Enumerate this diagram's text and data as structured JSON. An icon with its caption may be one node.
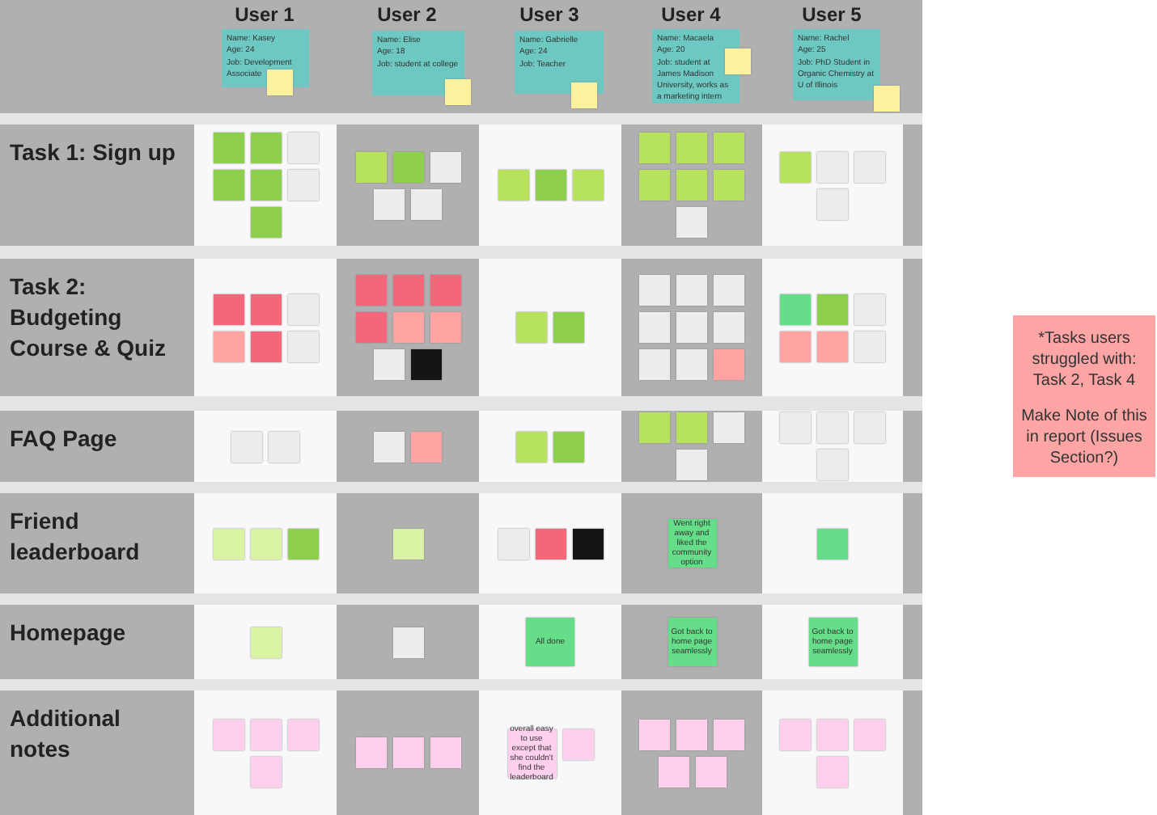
{
  "diagram": {
    "nodes": [
      {
        "text": [
          "Name: Kasey",
          "Age: 24",
          "Job: Development Associate"
        ]
      },
      {
        "text": [],
        "shape": "box"
      },
      {
        "text": [
          "Name: Elise",
          "Age: 18",
          "Job: student at college"
        ]
      },
      {
        "text": [],
        "shape": "box"
      },
      {
        "text": [
          "Name: Gabrielle",
          "Age: 24",
          "Job: Teacher"
        ]
      },
      {
        "text": [],
        "shape": "box"
      },
      {
        "text": [
          "Name: Macaela",
          "Age: 20",
          "Job: student at James Madison University, works as a marketing intern"
        ]
      },
      {
        "text": [],
        "shape": "box"
      },
      {
        "text": [
          "Name: Rachel",
          "Age: 25",
          "Job: PhD Student in Organic Chemistry at U of Illinois"
        ]
      },
      {
        "text": [],
        "shape": "box"
      },
      {
        "text": [
          "Task 1: Sign up"
        ]
      },
      {
        "text": [],
        "shape": "box"
      },
      {
        "text": [],
        "shape": "box",
        "in": 11
      },
      {
        "text": [],
        "shape": "box",
        "in": 11
      },
      {
        "text": [],
        "shape": "box",
        "in": 11
      },
      {
        "text": [],
        "shape": "box",
        "in": 11
      },
      {
        "text": [],
        "shape": "box",
        "in": 11
      },
      {
        "text": [],
        "shape": "box",
        "in": 11
      },
      {
        "text": [],
        "shape": "box",
        "in": 11
      },
      {
        "text": [],
        "shape": "box"
      },
      {
        "text": [],
        "shape": "box",
        "in": 19
      },
      {
        "text": [],
        "shape": "box",
        "in": 19
      },
      {
        "text": [],
        "shape": "box",
        "in": 19
      },
      {
        "text": [],
        "shape": "box",
        "in": 19
      },
      {
        "text": [],
        "shape": "box",
        "in": 19
      },
      {
        "text": [],
        "shape": "box"
      },
      {
        "text": [],
        "shape": "box",
        "in": 25
      },
      {
        "text": [],
        "shape": "box",
        "in": 25
      },
      {
        "text": [],
        "shape": "box",
        "in": 25
      },
      {
        "text": [],
        "shape": "box"
      },
      {
        "text": [],
        "shape": "box",
        "in": 29
      },
      {
        "text": [],
        "shape": "box",
        "in": 29
      },
      {
        "text": [],
        "shape": "box",
        "in": 29
      },
      {
        "text": [],
        "shape": "box",
        "in": 29
      },
      {
        "text": [],
        "shape": "box",
        "in": 29
      },
      {
        "text": [],
        "shape": "box",
        "in": 29
      },
      {
        "text": [],
        "shape": "box",
        "in": 29
      },
      {
        "text": [],
        "shape": "box"
      },
      {
        "text": [],
        "shape": "box",
        "in": 37
      },
      {
        "text": [],
        "shape": "box",
        "in": 37
      },
      {
        "text": [],
        "shape": "box",
        "in": 37
      },
      {
        "text": [],
        "shape": "box",
        "in": 37
      },
      {
        "text": [
          "Task 2: Budgeting Course & Quiz"
        ]
      },
      {
        "text": [],
        "shape": "box"
      },
      {
        "text": [],
        "shape": "box",
        "in": 43
      },
      {
        "text": [],
        "shape": "box",
        "in": 43
      },
      {
        "text": [],
        "shape": "box",
        "in": 43
      },
      {
        "text": [],
        "shape": "box",
        "in": 43
      },
      {
        "text": [],
        "shape": "box",
        "in": 43
      },
      {
        "text": [],
        "shape": "box",
        "in": 43
      },
      {
        "text": [],
        "shape": "box"
      },
      {
        "text": [],
        "shape": "box",
        "in": 50
      },
      {
        "text": [],
        "shape": "box",
        "in": 50
      },
      {
        "text": [],
        "shape": "box",
        "in": 50
      },
      {
        "text": [],
        "shape": "box",
        "in": 50
      },
      {
        "text": [],
        "shape": "box",
        "in": 50
      },
      {
        "text": [],
        "shape": "box",
        "in": 50
      },
      {
        "text": [],
        "shape": "box",
        "in": 50
      },
      {
        "text": [],
        "shape": "box",
        "in": 50
      },
      {
        "text": [],
        "shape": "box"
      },
      {
        "text": [],
        "shape": "box",
        "in": 59
      },
      {
        "text": [],
        "shape": "box",
        "in": 59
      },
      {
        "text": [],
        "shape": "box"
      },
      {
        "text": [],
        "shape": "box",
        "in": 62
      },
      {
        "text": [],
        "shape": "box",
        "in": 62
      },
      {
        "text": [],
        "shape": "box",
        "in": 62
      },
      {
        "text": [],
        "shape": "box",
        "in": 62
      },
      {
        "text": [],
        "shape": "box",
        "in": 62
      },
      {
        "text": [],
        "shape": "box",
        "in": 62
      },
      {
        "text": [],
        "shape": "box",
        "in": 62
      },
      {
        "text": [],
        "shape": "box",
        "in": 62
      },
      {
        "text": [],
        "shape": "box",
        "in": 62
      },
      {
        "text": [],
        "shape": "box"
      },
      {
        "text": [],
        "shape": "box",
        "in": 72
      },
      {
        "text": [],
        "shape": "box",
        "in": 72
      },
      {
        "text": [],
        "shape": "box",
        "in": 72
      },
      {
        "text": [],
        "shape": "box",
        "in": 72
      },
      {
        "text": [],
        "shape": "box",
        "in": 72
      },
      {
        "text": [],
        "shape": "box",
        "in": 72
      },
      {
        "text": [
          "FAQ Page"
        ]
      },
      {
        "text": [],
        "shape": "box"
      },
      {
        "text": [],
        "shape": "box",
        "in": 80
      },
      {
        "text": [],
        "shape": "box",
        "in": 80
      },
      {
        "text": [],
        "shape": "box"
      },
      {
        "text": [],
        "shape": "box",
        "in": 83
      },
      {
        "text": [],
        "shape": "box",
        "in": 83
      },
      {
        "text": [],
        "shape": "box"
      },
      {
        "text": [],
        "shape": "box",
        "in": 86
      },
      {
        "text": [],
        "shape": "box",
        "in": 86
      },
      {
        "text": [],
        "shape": "box"
      },
      {
        "text": [],
        "shape": "box",
        "in": 89
      },
      {
        "text": [],
        "shape": "box",
        "in": 89
      },
      {
        "text": [],
        "shape": "box",
        "in": 89
      },
      {
        "text": [],
        "shape": "box",
        "in": 89
      },
      {
        "text": [],
        "shape": "box"
      },
      {
        "text": [],
        "shape": "box",
        "in": 94
      },
      {
        "text": [],
        "shape": "box",
        "in": 94
      },
      {
        "text": [],
        "shape": "box",
        "in": 94
      },
      {
        "text": [],
        "shape": "box",
        "in": 94
      },
      {
        "text": [
          "Friend leaderboard"
        ]
      },
      {
        "text": [],
        "shape": "box"
      },
      {
        "text": [],
        "shape": "box",
        "in": 100
      },
      {
        "text": [],
        "shape": "box",
        "in": 100
      },
      {
        "text": [],
        "shape": "box",
        "in": 100
      },
      {
        "text": [],
        "shape": "box"
      },
      {
        "text": [],
        "shape": "box",
        "in": 104
      },
      {
        "text": [],
        "shape": "box"
      },
      {
        "text": [],
        "shape": "box",
        "in": 106
      },
      {
        "text": [],
        "shape": "box",
        "in": 106
      },
      {
        "text": [],
        "shape": "box",
        "in": 106
      },
      {
        "text": [],
        "shape": "box"
      },
      {
        "text": [
          "Went right away and liked the community option"
        ],
        "in": 110
      },
      {
        "text": [],
        "shape": "box"
      },
      {
        "text": [],
        "shape": "box",
        "in": 112
      },
      {
        "text": [
          "Homepage"
        ]
      },
      {
        "text": [],
        "shape": "box"
      },
      {
        "text": [],
        "shape": "box",
        "in": 115
      },
      {
        "text": [],
        "shape": "box"
      },
      {
        "text": [],
        "shape": "box",
        "in": 117
      },
      {
        "text": [],
        "shape": "box"
      },
      {
        "text": [
          "All done"
        ],
        "in": 119
      },
      {
        "text": [],
        "shape": "box"
      },
      {
        "text": [
          "Got back to home page seamlessly"
        ],
        "in": 121
      },
      {
        "text": [],
        "shape": "box"
      },
      {
        "text": [
          "Got back to home page seamlessly"
        ],
        "in": 123
      },
      {
        "text": [
          "Additional notes"
        ]
      },
      {
        "text": [],
        "shape": "box"
      },
      {
        "text": [],
        "shape": "box",
        "in": 126
      },
      {
        "text": [],
        "shape": "box",
        "in": 126
      },
      {
        "text": [],
        "shape": "box",
        "in": 126
      },
      {
        "text": [],
        "shape": "box",
        "in": 126
      },
      {
        "text": [],
        "shape": "box"
      },
      {
        "text": [],
        "shape": "box",
        "in": 131
      },
      {
        "text": [],
        "shape": "box",
        "in": 131
      },
      {
        "text": [],
        "shape": "box",
        "in": 131
      },
      {
        "text": [],
        "shape": "box"
      },
      {
        "text": [
          "overall easy to use except that she couldn't find the leaderboard"
        ],
        "in": 135
      },
      {
        "text": [],
        "shape": "box",
        "in": 135
      },
      {
        "text": [],
        "shape": "box"
      },
      {
        "text": [],
        "shape": "box",
        "in": 138
      },
      {
        "text": [],
        "shape": "box",
        "in": 138
      },
      {
        "text": [],
        "shape": "box",
        "in": 138
      },
      {
        "text": [],
        "shape": "box",
        "in": 138
      },
      {
        "text": [],
        "shape": "box",
        "in": 138
      },
      {
        "text": [],
        "shape": "box"
      },
      {
        "text": [],
        "shape": "box",
        "in": 144
      },
      {
        "text": [],
        "shape": "box",
        "in": 144
      },
      {
        "text": [],
        "shape": "box",
        "in": 144
      },
      {
        "text": [],
        "shape": "box",
        "in": 144
      },
      {
        "text": [
          "*Tasks users struggled with: Task 2, Task 4",
          "Make Note of this in report (Issues Section?)"
        ]
      }
    ],
    "labels": [
      "User 1",
      "User 2",
      "User 3",
      "User 4",
      "User 5"
    ]
  }
}
